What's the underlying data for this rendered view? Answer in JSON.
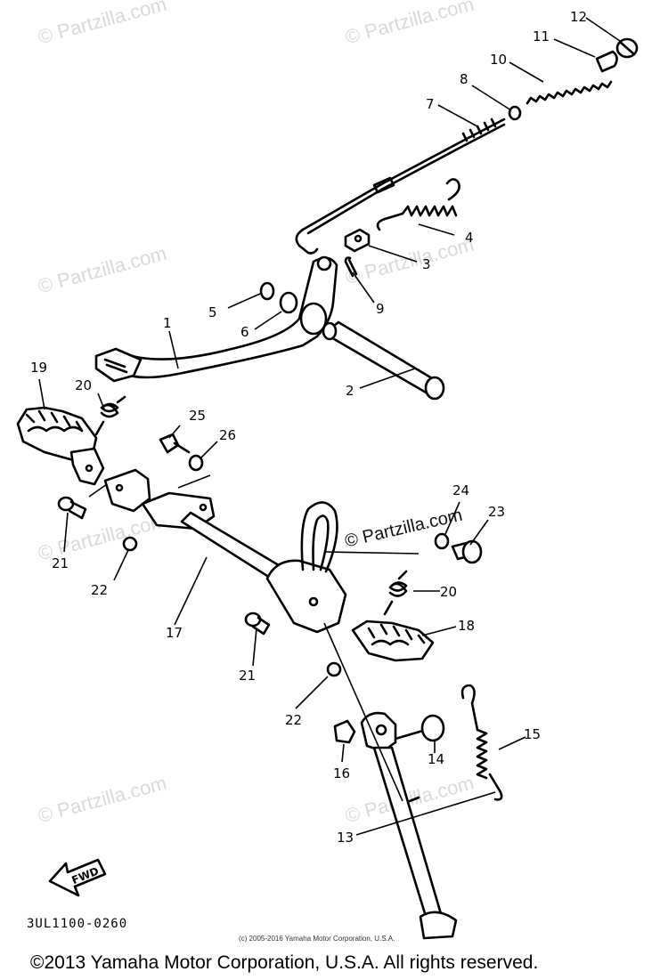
{
  "watermark_text": "© Partzilla.com",
  "diagram_code": "3UL1100-0260",
  "small_copyright": "(c) 2005-2016 Yamaha Motor Corporation, U.S.A.",
  "footer_copyright": "©2013 Yamaha Motor Corporation, U.S.A. All rights reserved.",
  "fwd_label": "FWD",
  "callouts": [
    "1",
    "2",
    "3",
    "4",
    "5",
    "6",
    "7",
    "8",
    "9",
    "10",
    "11",
    "12",
    "13",
    "14",
    "15",
    "16",
    "17",
    "18",
    "19",
    "20",
    "20",
    "21",
    "21",
    "22",
    "22",
    "23",
    "24",
    "25",
    "26"
  ],
  "colors": {
    "ink": "#000000",
    "watermark": "#d9d9d9",
    "background": "#ffffff"
  }
}
